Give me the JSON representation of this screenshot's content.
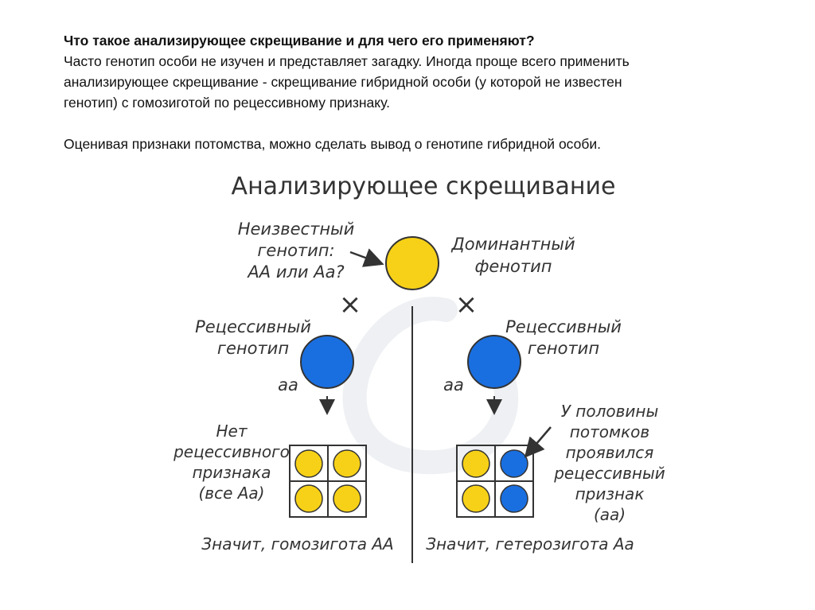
{
  "intro": {
    "heading": "Что такое анализирующее скрещивание и для чего его применяют?",
    "para1_line1": "Часто генотип особи не изучен и представляет загадку. Иногда проще всего применить",
    "para1_line2": "анализирующее скрещивание - скрещивание гибридной особи (у которой не известен",
    "para1_line3": "генотип) с гомозиготой по рецессивному признаку.",
    "para2": "Оценивая признаки потомства, можно сделать вывод о генотипе гибридной особи."
  },
  "diagram": {
    "title": "Анализирующее скрещивание",
    "unknown": [
      "Неизвестный",
      "генотип:",
      "АА или Аа?"
    ],
    "dominant": [
      "Доминантный",
      "фенотип"
    ],
    "cross_symbol": "×",
    "recessive_left": [
      "Рецессивный",
      "генотип"
    ],
    "recessive_right": [
      "Рецессивный",
      "генотип"
    ],
    "aa_left": "аа",
    "aa_right": "аа",
    "left_note": [
      "Нет",
      "рецессивного",
      "признака",
      "(все Аа)"
    ],
    "right_note": [
      "У половины",
      "потомков",
      "проявился",
      "рецессивный",
      "признак",
      "(аа)"
    ],
    "left_conclusion": "Значит, гомозигота АА",
    "right_conclusion": "Значит, гетерозигота Аа",
    "colors": {
      "dominant": "#f7d117",
      "recessive": "#1a6fe0",
      "ink": "#333333"
    },
    "grid_left": [
      "dominant",
      "dominant",
      "dominant",
      "dominant"
    ],
    "grid_right": [
      "dominant",
      "recessive",
      "dominant",
      "recessive"
    ]
  }
}
